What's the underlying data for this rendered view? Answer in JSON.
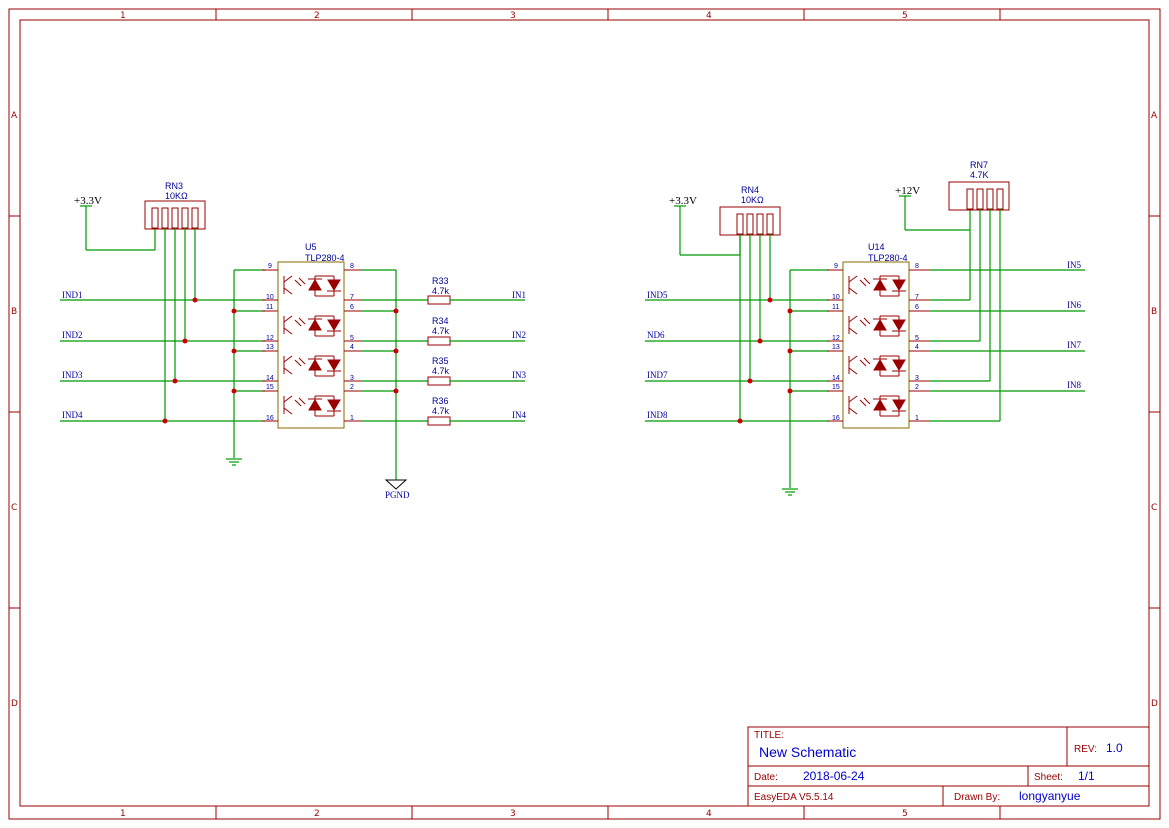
{
  "zones": {
    "columns": [
      "1",
      "2",
      "3",
      "4",
      "5"
    ],
    "rows": [
      "A",
      "B",
      "C",
      "D"
    ]
  },
  "power": {
    "left_vcc": "+3.3V",
    "right_vcc": "+3.3V",
    "right_12v": "+12V",
    "pgnd": "PGND"
  },
  "components": {
    "rn3": {
      "ref": "RN3",
      "value": "10KΩ"
    },
    "rn4": {
      "ref": "RN4",
      "value": "10KΩ"
    },
    "rn7": {
      "ref": "RN7",
      "value": "4.7K"
    },
    "u5": {
      "ref": "U5",
      "value": "TLP280-4"
    },
    "u14": {
      "ref": "U14",
      "value": "TLP280-4"
    },
    "resistors": [
      {
        "ref": "R33",
        "value": "4.7k"
      },
      {
        "ref": "R34",
        "value": "4.7k"
      },
      {
        "ref": "R35",
        "value": "4.7k"
      },
      {
        "ref": "R36",
        "value": "4.7k"
      }
    ]
  },
  "nets": {
    "left_inputs": [
      "IND1",
      "IND2",
      "IND3",
      "IND4"
    ],
    "left_outputs": [
      "IN1",
      "IN2",
      "IN3",
      "IN4"
    ],
    "right_inputs": [
      "IND5",
      "ND6",
      "IND7",
      "IND8"
    ],
    "right_outputs": [
      "IN5",
      "IN6",
      "IN7",
      "IN8"
    ]
  },
  "pins": {
    "left_side": [
      "9",
      "10",
      "11",
      "12",
      "13",
      "14",
      "15",
      "16"
    ],
    "right_side": [
      "8",
      "7",
      "6",
      "5",
      "4",
      "3",
      "2",
      "1"
    ]
  },
  "title_block": {
    "title_label": "TITLE:",
    "title": "New Schematic",
    "rev_label": "REV:",
    "rev": "1.0",
    "date_label": "Date:",
    "date": "2018-06-24",
    "sheet_label": "Sheet:",
    "sheet": "1/1",
    "tool": "EasyEDA V5.5.14",
    "drawn_label": "Drawn By:",
    "drawn_by": "longyanyue"
  }
}
